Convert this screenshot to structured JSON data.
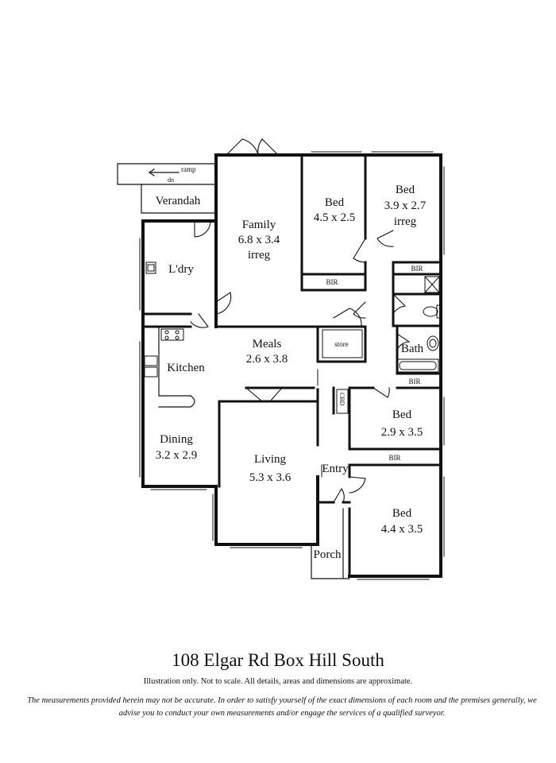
{
  "title": "108 Elgar Rd Box Hill South",
  "subtitle": "Illustration only. Not to scale. All details, areas and dimensions are approximate.",
  "disclaimer": "The measurements provided herein may not be accurate. In order to satisfy yourself of the exact dimensions of each room and the premises generally, we advise you to conduct your own measurements and/or engage the services of a qualified surveyor.",
  "labels": {
    "ramp": "ramp",
    "ramp_dn": "dn",
    "verandah": "Verandah",
    "laundry": "L'dry",
    "family": "Family",
    "family_dims": "6.8 x 3.4",
    "family_note": "irreg",
    "bed1": "Bed",
    "bed1_dims": "4.5 x 2.5",
    "bed2": "Bed",
    "bed2_dims": "3.9 x 2.7",
    "bed2_note": "irreg",
    "bir1": "BIR",
    "bir2": "BIR",
    "bir3": "BIR",
    "bir4": "BIR",
    "store": "store",
    "bath": "Bath",
    "meals": "Meals",
    "meals_dims": "2.6 x 3.8",
    "kitchen": "Kitchen",
    "cbd": "CBD",
    "bed3": "Bed",
    "bed3_dims": "2.9 x 3.5",
    "dining": "Dining",
    "dining_dims": "3.2 x 2.9",
    "living": "Living",
    "living_dims": "5.3 x 3.6",
    "entry": "Entry",
    "bed4": "Bed",
    "bed4_dims": "4.4 x 3.5",
    "porch": "Porch"
  }
}
